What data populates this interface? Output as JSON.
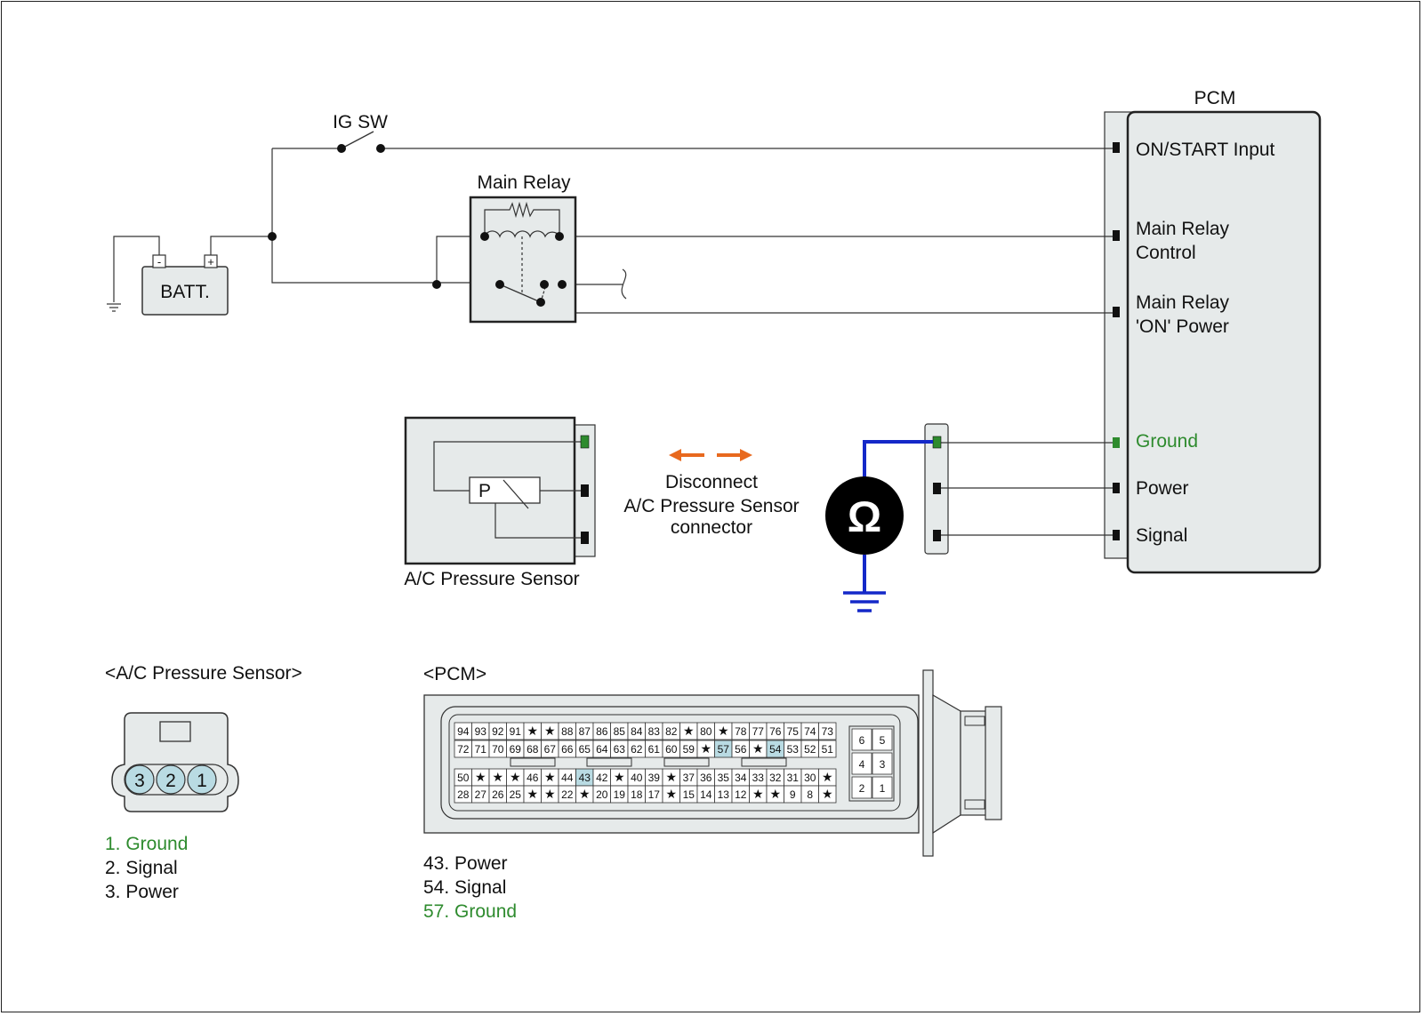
{
  "labels": {
    "pcm_title": "PCM",
    "ig_sw": "IG SW",
    "batt": "BATT.",
    "batt_minus": "-",
    "batt_plus": "+",
    "main_relay": "Main Relay",
    "pcm_on_start": "ON/START Input",
    "pcm_main_relay_control_1": "Main Relay",
    "pcm_main_relay_control_2": "Control",
    "pcm_main_relay_on_1": "Main Relay",
    "pcm_main_relay_on_2": "'ON' Power",
    "pcm_ground": "Ground",
    "pcm_power": "Power",
    "pcm_signal": "Signal",
    "sensor_name": "A/C Pressure Sensor",
    "sensor_p": "P",
    "disconnect_1": "Disconnect",
    "disconnect_2": "A/C Pressure Sensor",
    "disconnect_3": "connector",
    "ohm": "Ω"
  },
  "sensor_connector": {
    "title": "<A/C Pressure Sensor>",
    "pins": [
      "3",
      "2",
      "1"
    ],
    "legend": [
      {
        "text": "1. Ground",
        "color": "#2e8b2e"
      },
      {
        "text": "2. Signal",
        "color": "#111111"
      },
      {
        "text": "3. Power",
        "color": "#111111"
      }
    ]
  },
  "pcm_connector": {
    "title": "<PCM>",
    "row1": [
      "94",
      "93",
      "92",
      "91",
      "★",
      "★",
      "88",
      "87",
      "86",
      "85",
      "84",
      "83",
      "82",
      "★",
      "80",
      "★",
      "78",
      "77",
      "76",
      "75",
      "74",
      "73"
    ],
    "row2": [
      "72",
      "71",
      "70",
      "69",
      "68",
      "67",
      "66",
      "65",
      "64",
      "63",
      "62",
      "61",
      "60",
      "59",
      "★",
      "57",
      "56",
      "★",
      "54",
      "53",
      "52",
      "51"
    ],
    "row3": [
      "50",
      "★",
      "★",
      "★",
      "46",
      "★",
      "44",
      "43",
      "42",
      "★",
      "40",
      "39",
      "★",
      "37",
      "36",
      "35",
      "34",
      "33",
      "32",
      "31",
      "30",
      "★"
    ],
    "row4": [
      "28",
      "27",
      "26",
      "25",
      "★",
      "★",
      "22",
      "★",
      "20",
      "19",
      "18",
      "17",
      "★",
      "15",
      "14",
      "13",
      "12",
      "★",
      "★",
      "9",
      "8",
      "★"
    ],
    "highlighted": [
      "43",
      "54",
      "57"
    ],
    "small_block": [
      "6",
      "5",
      "4",
      "3",
      "2",
      "1"
    ],
    "legend": [
      {
        "text": "43. Power",
        "color": "#111111"
      },
      {
        "text": "54. Signal",
        "color": "#111111"
      },
      {
        "text": "57. Ground",
        "color": "#2e8b2e"
      }
    ]
  },
  "colors": {
    "ground_green": "#2e8b2e",
    "ohmmeter_lead": "#1428c8",
    "arrow_orange": "#e8691e",
    "pin_highlight": "#b9dbe3",
    "panel_fill": "#e6eaea"
  }
}
